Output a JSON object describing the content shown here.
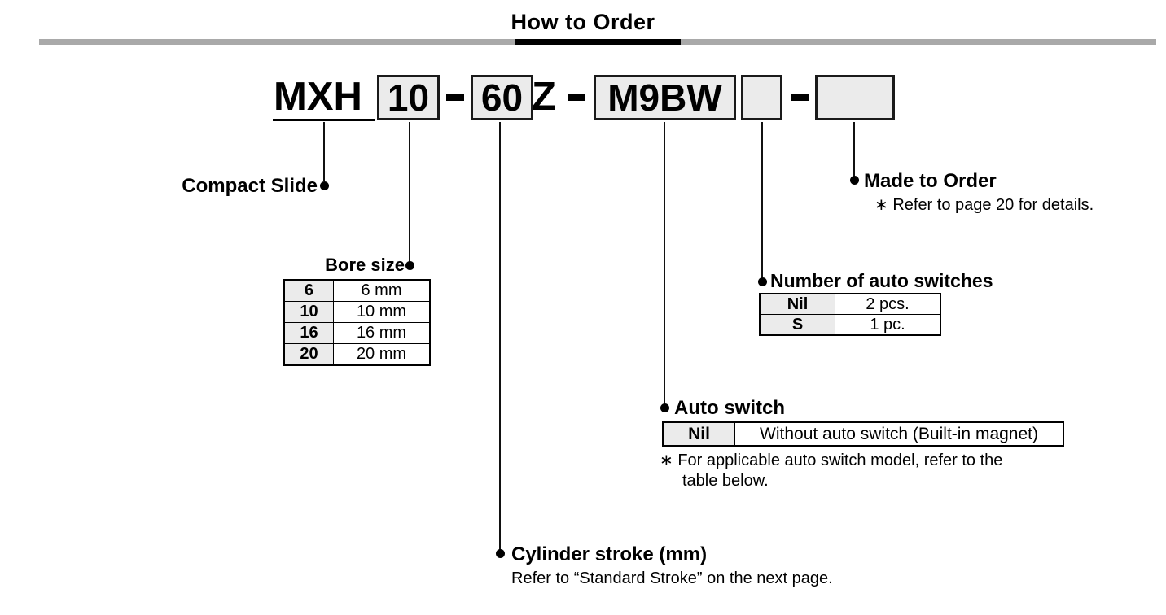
{
  "title": "How to Order",
  "colors": {
    "box_fill": "#ebebeb",
    "divider_gray": "#a9a9a9",
    "line_black": "#000000"
  },
  "model_code": {
    "series": "MXH",
    "bore": "10",
    "stroke": "60",
    "revision": "Z",
    "auto_switch": "M9BW",
    "auto_switch_count": "",
    "made_to_order": ""
  },
  "callouts": {
    "compact_slide": {
      "label": "Compact Slide"
    },
    "bore_size": {
      "label": "Bore size",
      "table": {
        "rows": [
          [
            "6",
            "6 mm"
          ],
          [
            "10",
            "10 mm"
          ],
          [
            "16",
            "16 mm"
          ],
          [
            "20",
            "20 mm"
          ]
        ]
      }
    },
    "cylinder_stroke": {
      "label": "Cylinder stroke (mm)",
      "note": "Refer to “Standard Stroke” on the next page."
    },
    "auto_switch": {
      "label": "Auto switch",
      "table": {
        "rows": [
          [
            "Nil",
            "Without auto switch (Built-in magnet)"
          ]
        ]
      },
      "note_line1": "∗ For applicable auto switch model, refer to the",
      "note_line2": "table below."
    },
    "switch_count": {
      "label": "Number of auto switches",
      "table": {
        "rows": [
          [
            "Nil",
            "2 pcs."
          ],
          [
            "S",
            "1 pc."
          ]
        ]
      }
    },
    "made_to_order": {
      "label": "Made to Order",
      "note": "∗ Refer to page 20 for details."
    }
  }
}
